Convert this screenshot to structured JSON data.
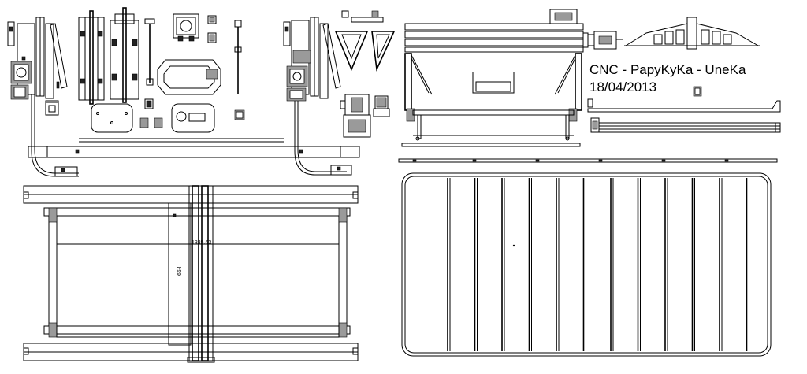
{
  "drawing": {
    "project_title": "CNC - PapyKyKa - UneKa",
    "project_date": "18/04/2013",
    "dimensions": {
      "width_label": "1335.63",
      "height_label": "654"
    },
    "colors": {
      "ink": "#000000",
      "paper": "#ffffff",
      "hatch": "#9a9a9a"
    }
  }
}
